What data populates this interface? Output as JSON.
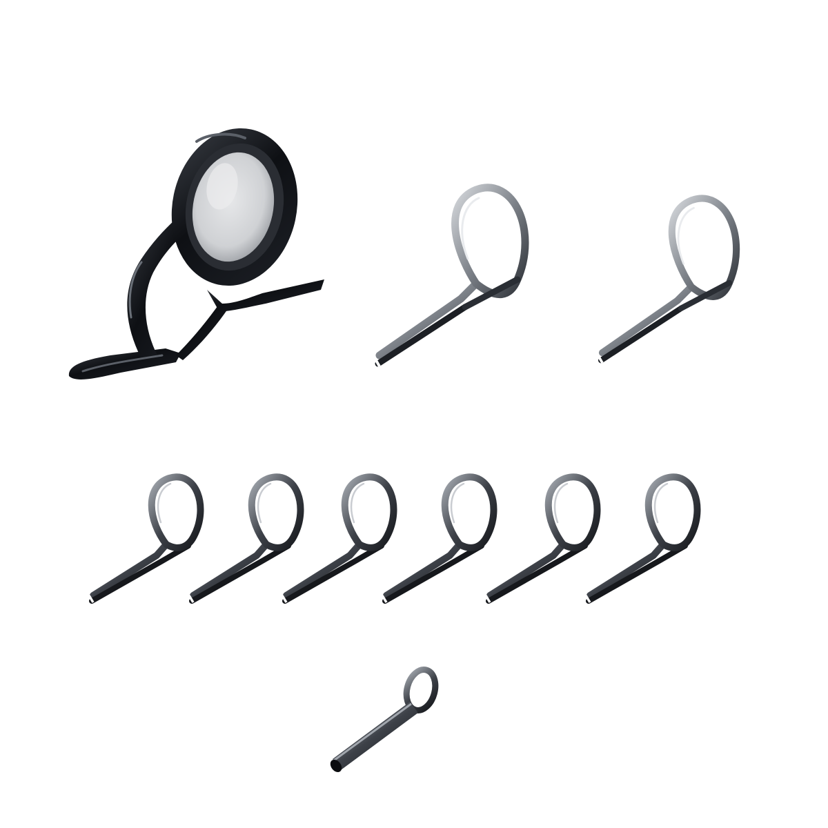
{
  "scene": {
    "background_color": "#ffffff",
    "subject": "fishing-rod-guide-set",
    "colors": {
      "black_frame": "#101216",
      "black_frame_highlight": "#5b6068",
      "ring_insert": "#2a2d33",
      "ring_glass": "#d7d8da",
      "chrome_wire": "#8d9198",
      "chrome_wire_light": "#c9ccd1",
      "dark_wire": "#3b3f46",
      "dark_wire_light": "#9aa0a8"
    },
    "items": [
      {
        "kind": "stripping-guide-with-ring-insert",
        "count": 1,
        "icon": "ceramic-ring-guide-icon"
      },
      {
        "kind": "large-snake-guide",
        "count": 2,
        "icon": "snake-guide-icon"
      },
      {
        "kind": "small-snake-guide",
        "count": 6,
        "icon": "snake-guide-icon"
      },
      {
        "kind": "tip-top",
        "count": 1,
        "icon": "tip-top-icon"
      }
    ]
  }
}
